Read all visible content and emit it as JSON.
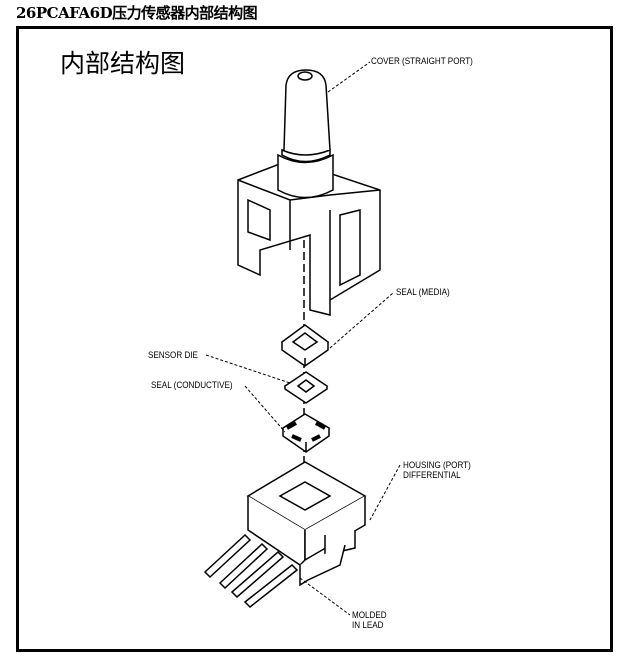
{
  "title": "26PCAFA6D压力传感器内部结构图",
  "subtitle": "内部结构图",
  "labels": {
    "cover": "COVER (STRAIGHT PORT)",
    "seal_media": "SEAL (MEDIA)",
    "sensor_die": "SENSOR DIE",
    "seal_conductive": "SEAL (CONDUCTIVE)",
    "housing_line1": "HOUSING (PORT)",
    "housing_line2": "DIFFERENTIAL",
    "lead_line1": "MOLDED",
    "lead_line2": "IN LEAD"
  }
}
